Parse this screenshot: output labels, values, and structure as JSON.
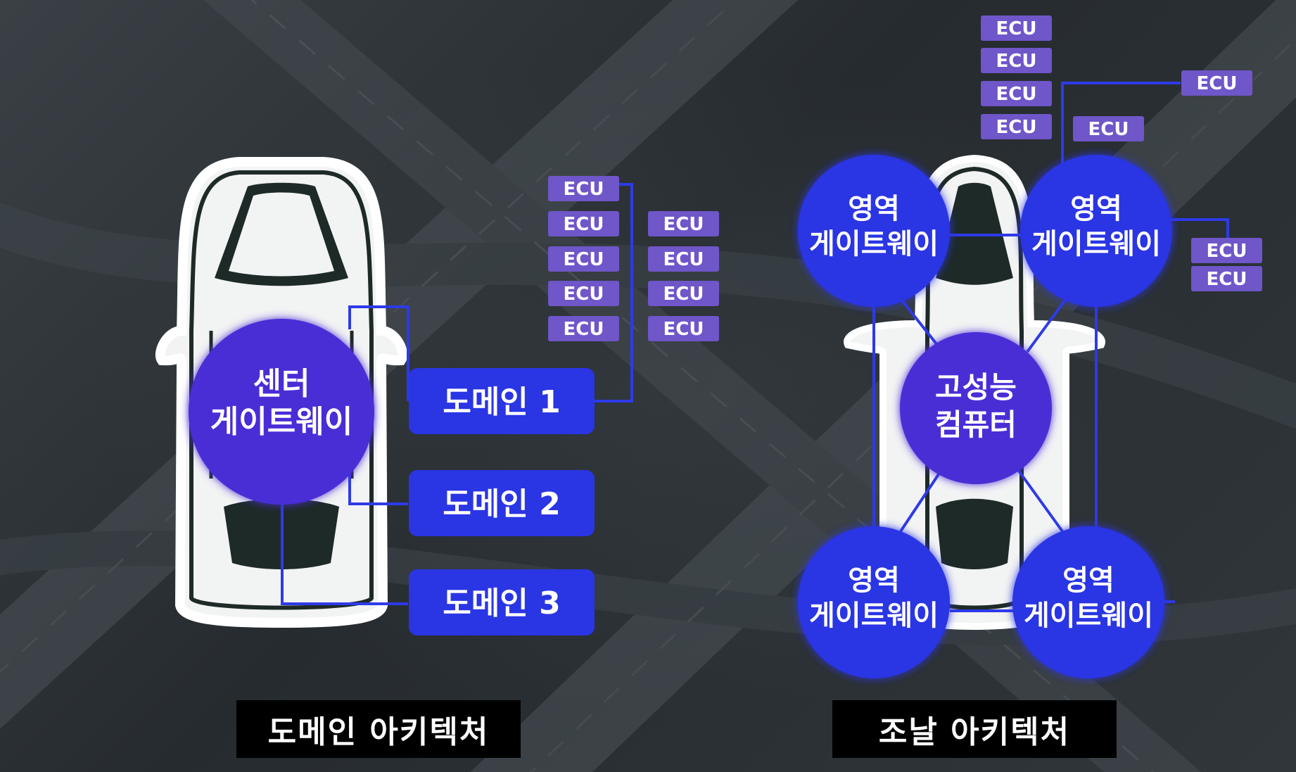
{
  "colors": {
    "primary_blue": "#2a35e4",
    "purple_node": "#4a2fd6",
    "ecu_chip": "#6f56c9",
    "line": "#2e3ae8",
    "caption_bg": "#000000"
  },
  "icons": {
    "left_car": "car-topdown-icon",
    "right_car": "car-topdown-icon"
  },
  "domain_architecture": {
    "caption": "도메인 아키텍처",
    "center_gateway": {
      "line1": "센터",
      "line2": "게이트웨이"
    },
    "domains": [
      "도메인 1",
      "도메인 2",
      "도메인 3"
    ],
    "ecu_label": "ECU"
  },
  "zonal_architecture": {
    "caption": "조날 아키텍처",
    "zone_gateway": {
      "line1": "영역",
      "line2": "게이트웨이"
    },
    "computer": {
      "line1": "고성능",
      "line2": "컴퓨터"
    },
    "ecu_label": "ECU"
  }
}
